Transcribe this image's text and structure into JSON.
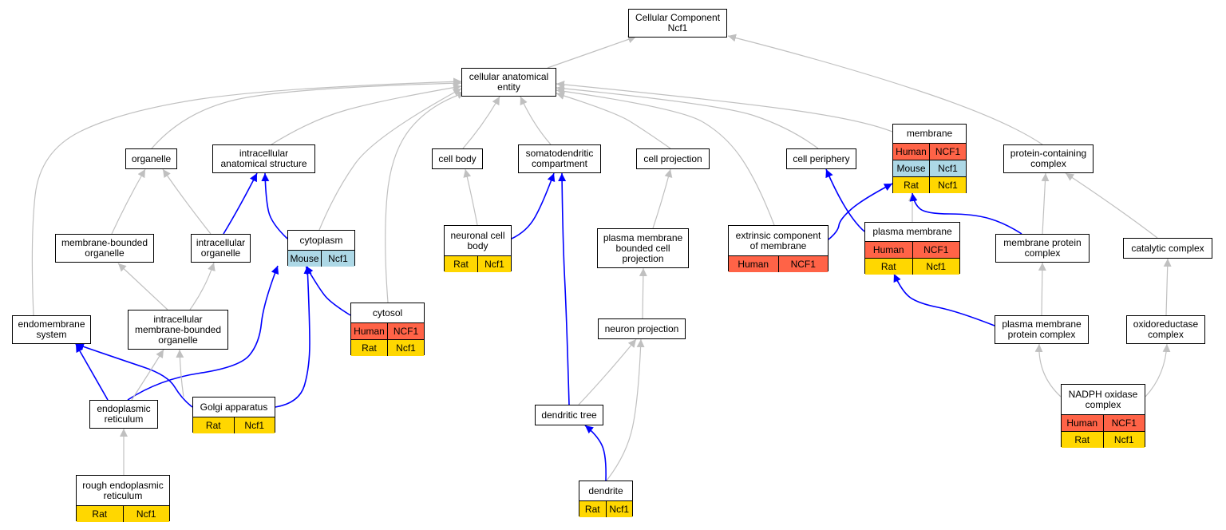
{
  "colors": {
    "grey_edge": "#c0c0c0",
    "blue_edge": "#0000ff",
    "Human": "#ff6347",
    "Mouse": "#add8e6",
    "Rat": "#ffd700"
  },
  "nodes": [
    {
      "id": "cc",
      "label": "Cellular Component\nNcf1",
      "rows": []
    },
    {
      "id": "cae",
      "label": "cellular anatomical\nentity",
      "rows": []
    },
    {
      "id": "organelle",
      "label": "organelle",
      "rows": []
    },
    {
      "id": "ias",
      "label": "intracellular\nanatomical structure",
      "rows": []
    },
    {
      "id": "cellbody",
      "label": "cell body",
      "rows": []
    },
    {
      "id": "somato",
      "label": "somatodendritic\ncompartment",
      "rows": []
    },
    {
      "id": "cellproj",
      "label": "cell projection",
      "rows": []
    },
    {
      "id": "periphery",
      "label": "cell periphery",
      "rows": []
    },
    {
      "id": "membrane",
      "label": "membrane",
      "rows": [
        {
          "species": "Human",
          "gene": "NCF1"
        },
        {
          "species": "Mouse",
          "gene": "Ncf1"
        },
        {
          "species": "Rat",
          "gene": "Ncf1"
        }
      ]
    },
    {
      "id": "pcc",
      "label": "protein-containing\ncomplex",
      "rows": []
    },
    {
      "id": "mbo",
      "label": "membrane-bounded\norganelle",
      "rows": []
    },
    {
      "id": "io",
      "label": "intracellular\norganelle",
      "rows": []
    },
    {
      "id": "cytoplasm",
      "label": "cytoplasm",
      "rows": [
        {
          "species": "Mouse",
          "gene": "Ncf1"
        }
      ]
    },
    {
      "id": "ncb",
      "label": "neuronal cell\nbody",
      "rows": [
        {
          "species": "Rat",
          "gene": "Ncf1"
        }
      ]
    },
    {
      "id": "pmbcp",
      "label": "plasma membrane\nbounded cell\nprojection",
      "rows": []
    },
    {
      "id": "ecm",
      "label": "extrinsic component\nof membrane",
      "rows": [
        {
          "species": "Human",
          "gene": "NCF1"
        }
      ]
    },
    {
      "id": "pm",
      "label": "plasma membrane",
      "rows": [
        {
          "species": "Human",
          "gene": "NCF1"
        },
        {
          "species": "Rat",
          "gene": "Ncf1"
        }
      ]
    },
    {
      "id": "mpc",
      "label": "membrane protein\ncomplex",
      "rows": []
    },
    {
      "id": "cat",
      "label": "catalytic complex",
      "rows": []
    },
    {
      "id": "ems",
      "label": "endomembrane\nsystem",
      "rows": []
    },
    {
      "id": "imbo",
      "label": "intracellular\nmembrane-bounded\norganelle",
      "rows": []
    },
    {
      "id": "cytosol",
      "label": "cytosol",
      "rows": [
        {
          "species": "Human",
          "gene": "NCF1"
        },
        {
          "species": "Rat",
          "gene": "Ncf1"
        }
      ]
    },
    {
      "id": "np",
      "label": "neuron projection",
      "rows": []
    },
    {
      "id": "pmpc",
      "label": "plasma membrane\nprotein complex",
      "rows": []
    },
    {
      "id": "oxc",
      "label": "oxidoreductase\ncomplex",
      "rows": []
    },
    {
      "id": "er",
      "label": "endoplasmic\nreticulum",
      "rows": []
    },
    {
      "id": "golgi",
      "label": "Golgi apparatus",
      "rows": [
        {
          "species": "Rat",
          "gene": "Ncf1"
        }
      ]
    },
    {
      "id": "dtree",
      "label": "dendritic tree",
      "rows": []
    },
    {
      "id": "nadph",
      "label": "NADPH oxidase\ncomplex",
      "rows": [
        {
          "species": "Human",
          "gene": "NCF1"
        },
        {
          "species": "Rat",
          "gene": "Ncf1"
        }
      ]
    },
    {
      "id": "rer",
      "label": "rough endoplasmic\nreticulum",
      "rows": [
        {
          "species": "Rat",
          "gene": "Ncf1"
        }
      ]
    },
    {
      "id": "dendrite",
      "label": "dendrite",
      "rows": [
        {
          "species": "Rat",
          "gene": "Ncf1"
        }
      ]
    }
  ],
  "edges": [
    {
      "from": "cae",
      "to": "cc",
      "color": "grey"
    },
    {
      "from": "pcc",
      "to": "cc",
      "color": "grey"
    },
    {
      "from": "organelle",
      "to": "cae",
      "color": "grey"
    },
    {
      "from": "ias",
      "to": "cae",
      "color": "grey"
    },
    {
      "from": "cellbody",
      "to": "cae",
      "color": "grey"
    },
    {
      "from": "somato",
      "to": "cae",
      "color": "grey"
    },
    {
      "from": "cellproj",
      "to": "cae",
      "color": "grey"
    },
    {
      "from": "periphery",
      "to": "cae",
      "color": "grey"
    },
    {
      "from": "membrane",
      "to": "cae",
      "color": "grey"
    },
    {
      "from": "ems",
      "to": "cae",
      "color": "grey"
    },
    {
      "from": "cytoplasm",
      "to": "cae",
      "color": "grey"
    },
    {
      "from": "cytosol",
      "to": "cae",
      "color": "grey"
    },
    {
      "from": "ecm",
      "to": "cae",
      "color": "grey"
    },
    {
      "from": "mbo",
      "to": "organelle",
      "color": "grey"
    },
    {
      "from": "io",
      "to": "organelle",
      "color": "grey"
    },
    {
      "from": "io",
      "to": "ias",
      "color": "blue"
    },
    {
      "from": "cytoplasm",
      "to": "ias",
      "color": "blue"
    },
    {
      "from": "ncb",
      "to": "cellbody",
      "color": "grey"
    },
    {
      "from": "ncb",
      "to": "somato",
      "color": "blue"
    },
    {
      "from": "dtree",
      "to": "somato",
      "color": "blue"
    },
    {
      "from": "pmbcp",
      "to": "cellproj",
      "color": "grey"
    },
    {
      "from": "pm",
      "to": "periphery",
      "color": "blue"
    },
    {
      "from": "ecm",
      "to": "membrane",
      "color": "blue"
    },
    {
      "from": "pm",
      "to": "membrane",
      "color": "grey"
    },
    {
      "from": "mpc",
      "to": "membrane",
      "color": "blue"
    },
    {
      "from": "mpc",
      "to": "pcc",
      "color": "grey"
    },
    {
      "from": "cat",
      "to": "pcc",
      "color": "grey"
    },
    {
      "from": "imbo",
      "to": "mbo",
      "color": "grey"
    },
    {
      "from": "imbo",
      "to": "io",
      "color": "grey"
    },
    {
      "from": "cytosol",
      "to": "cytoplasm",
      "color": "blue"
    },
    {
      "from": "er",
      "to": "cytoplasm",
      "color": "blue"
    },
    {
      "from": "golgi",
      "to": "cytoplasm",
      "color": "blue"
    },
    {
      "from": "np",
      "to": "pmbcp",
      "color": "grey"
    },
    {
      "from": "pmpc",
      "to": "pm",
      "color": "blue"
    },
    {
      "from": "pmpc",
      "to": "mpc",
      "color": "grey"
    },
    {
      "from": "oxc",
      "to": "cat",
      "color": "grey"
    },
    {
      "from": "er",
      "to": "ems",
      "color": "blue"
    },
    {
      "from": "golgi",
      "to": "ems",
      "color": "blue"
    },
    {
      "from": "er",
      "to": "imbo",
      "color": "grey"
    },
    {
      "from": "golgi",
      "to": "imbo",
      "color": "grey"
    },
    {
      "from": "dtree",
      "to": "np",
      "color": "grey"
    },
    {
      "from": "dendrite",
      "to": "np",
      "color": "grey"
    },
    {
      "from": "nadph",
      "to": "pmpc",
      "color": "grey"
    },
    {
      "from": "nadph",
      "to": "oxc",
      "color": "grey"
    },
    {
      "from": "rer",
      "to": "er",
      "color": "grey"
    },
    {
      "from": "dendrite",
      "to": "dtree",
      "color": "blue"
    }
  ]
}
